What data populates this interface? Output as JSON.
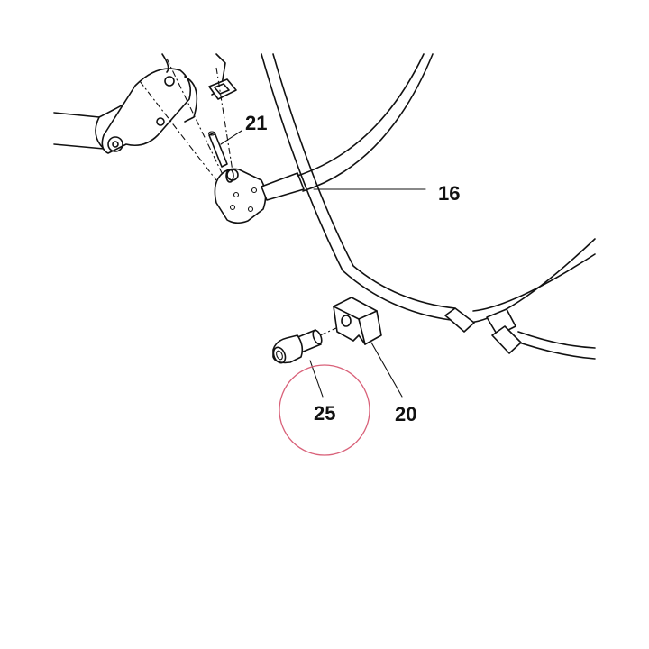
{
  "callouts": [
    {
      "id": "21",
      "label": "21"
    },
    {
      "id": "16",
      "label": "16"
    },
    {
      "id": "25",
      "label": "25"
    },
    {
      "id": "20",
      "label": "20"
    }
  ],
  "highlight": {
    "target": "25",
    "color": "#d9627a"
  },
  "ink_color": "#111111"
}
